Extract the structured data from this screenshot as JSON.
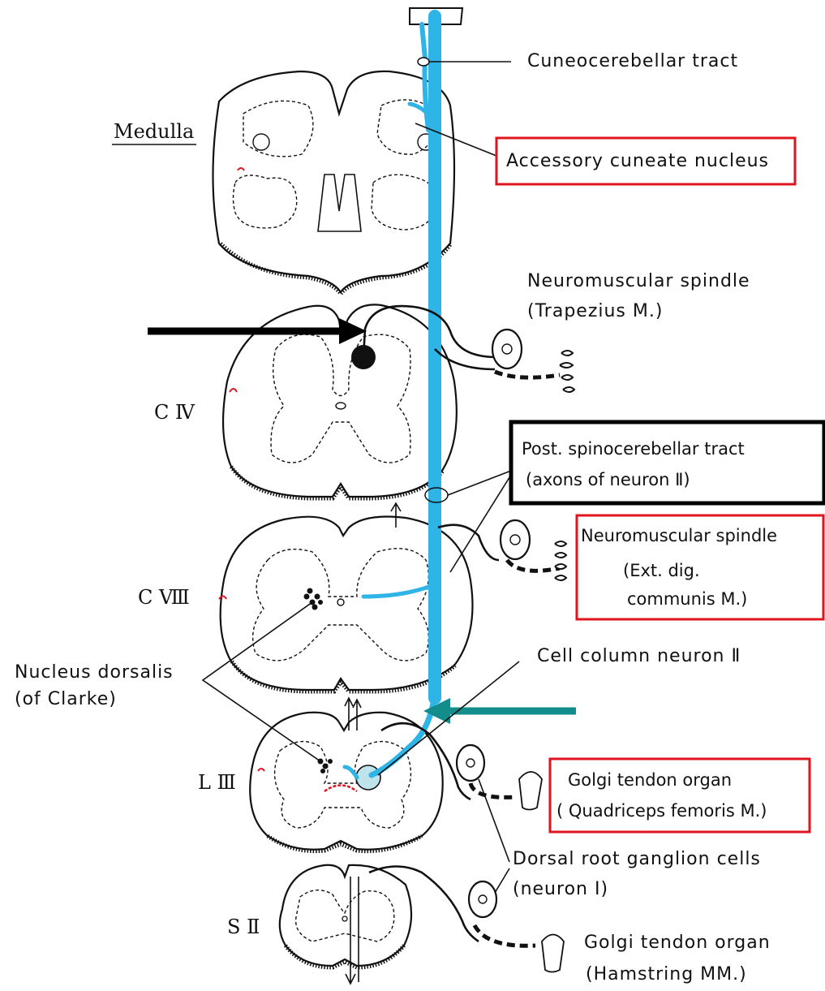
{
  "colors": {
    "tract_blue": "#2eb4e6",
    "highlight_red": "#e0141e",
    "highlight_black": "#000000",
    "arrow_teal": "#138c8c",
    "cell_fill": "#bfe3ea"
  },
  "segments": {
    "medulla": "Medulla",
    "c4": "C Ⅳ",
    "c8": "C Ⅷ",
    "l3": "L Ⅲ",
    "s2": "S Ⅱ"
  },
  "labels": {
    "cuneocerebellar": "Cuneocerebellar tract",
    "accessory_cuneate": "Accessory cuneate nucleus",
    "nm_spindle_trap_1": "Neuromuscular spindle",
    "nm_spindle_trap_2": "(Trapezius M.)",
    "post_spino_1": "Post. spinocerebellar tract",
    "post_spino_2": "(axons of neuron Ⅱ)",
    "nm_spindle_ext_1": "Neuromuscular spindle",
    "nm_spindle_ext_2": "(Ext. dig.",
    "nm_spindle_ext_3": "communis M.)",
    "cell_column": "Cell column neuron Ⅱ",
    "nucleus_dorsalis_1": "Nucleus dorsalis",
    "nucleus_dorsalis_2": "(of Clarke)",
    "golgi_quad_1": "Golgi tendon organ",
    "golgi_quad_2": "( Quadriceps femoris M.)",
    "drg_1": "Dorsal root ganglion cells",
    "drg_2": "(neuron I)",
    "golgi_ham_1": "Golgi tendon organ",
    "golgi_ham_2": "(Hamstring MM.)"
  },
  "icons": [
    "black-arrow-icon",
    "teal-arrow-icon",
    "ganglion-cell-icon",
    "spindle-icon",
    "tendon-organ-icon"
  ]
}
